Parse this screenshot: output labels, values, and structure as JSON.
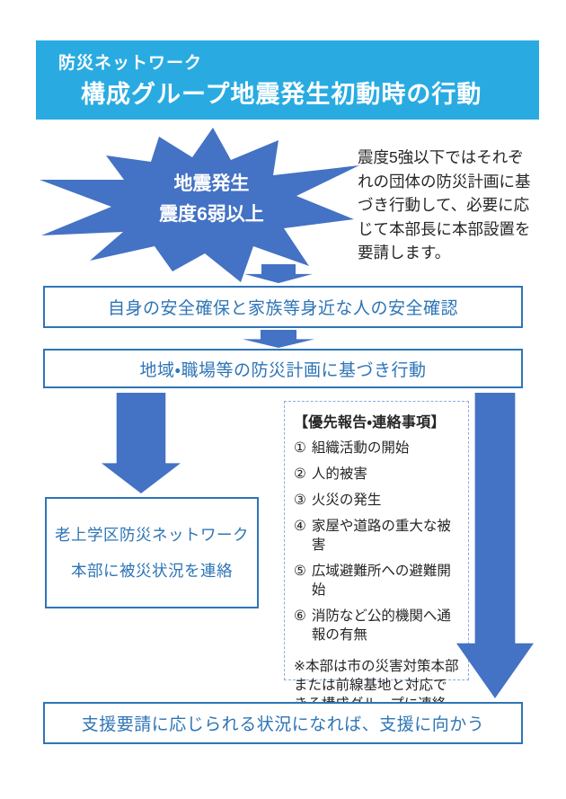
{
  "header": {
    "subtitle": "防災ネットワーク",
    "title": "構成グループ地震発生初動時の行動"
  },
  "burst": {
    "line1": "地震発生",
    "line2": "震度6弱以上"
  },
  "side_note": "震度5強以下ではそれぞれの団体の防災計画に基づき行動して、必要に応じて本部長に本部設置を要請します。",
  "flow": {
    "step1": "自身の安全確保と家族等身近な人の安全確認",
    "step2": "地域・職場等の防災計画に基づき行動",
    "contact_line1": "老上学区防災ネットワーク",
    "contact_line2": "本部に被災状況を連絡",
    "final": "支援要請に応じられる状況になれば、支援に向かう"
  },
  "priority_box": {
    "title": "【優先報告・連絡事項】",
    "items": [
      {
        "marker": "①",
        "text": "組織活動の開始"
      },
      {
        "marker": "②",
        "text": "人的被害"
      },
      {
        "marker": "③",
        "text": "火災の発生"
      },
      {
        "marker": "④",
        "text": "家屋や道路の重大な被害"
      },
      {
        "marker": "⑤",
        "text": "広域避難所への避難開始"
      },
      {
        "marker": "⑥",
        "text": "消防など公的機関へ通報の有無"
      }
    ],
    "note": "※本部は市の災害対策本部または前線基地と対応できる構成グループに連絡します。"
  },
  "colors": {
    "header_cyan": "#29ABE2",
    "accent_blue": "#4472C4",
    "box_border_blue": "#2E75B6",
    "box_text_blue": "#2E75B6",
    "priority_border": "#8FAADC",
    "body_text": "#262626"
  }
}
